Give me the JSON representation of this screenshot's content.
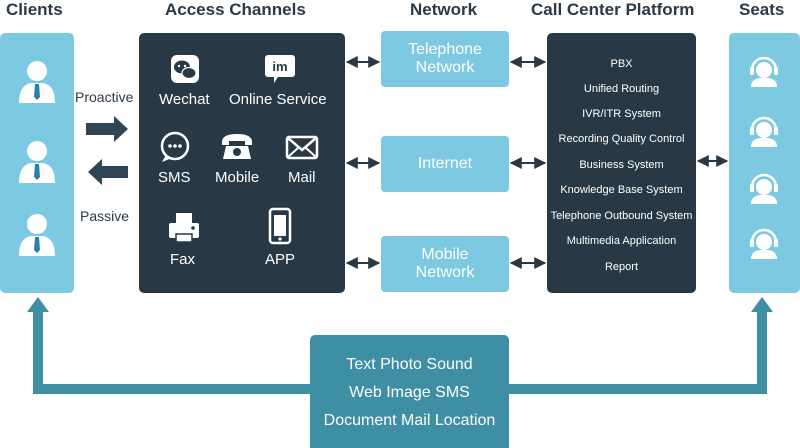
{
  "headers": {
    "clients": "Clients",
    "access_channels": "Access Channels",
    "network": "Network",
    "platform": "Call Center Platform",
    "seats": "Seats"
  },
  "flows": {
    "proactive": "Proactive",
    "passive": "Passive"
  },
  "channels": [
    {
      "label": "Wechat",
      "icon": "wechat-icon"
    },
    {
      "label": "Online Service",
      "icon": "im-icon",
      "icon_text": "im"
    },
    {
      "label": "SMS",
      "icon": "chat-bubble-icon"
    },
    {
      "label": "Mobile",
      "icon": "telephone-icon"
    },
    {
      "label": "Mail",
      "icon": "envelope-icon"
    },
    {
      "label": "Fax",
      "icon": "fax-icon"
    },
    {
      "label": "APP",
      "icon": "smartphone-icon"
    }
  ],
  "networks": [
    {
      "line1": "Telephone",
      "line2": "Network"
    },
    {
      "line1": "Internet",
      "line2": ""
    },
    {
      "line1": "Mobile",
      "line2": "Network"
    }
  ],
  "platform_items": [
    "PBX",
    "Unified Routing",
    "IVR/ITR System",
    "Recording Quality Control",
    "Business System",
    "Knowledge Base System",
    "Telephone Outbound System",
    "Multimedia Application",
    "Report"
  ],
  "media_lines": [
    "Text Photo Sound",
    "Web Image SMS",
    "Document Mail Location"
  ],
  "colors": {
    "light_blue": "#7ec9e2",
    "dark_panel": "#283945",
    "teal": "#3e8fa4",
    "header_text": "#2b3a47"
  }
}
